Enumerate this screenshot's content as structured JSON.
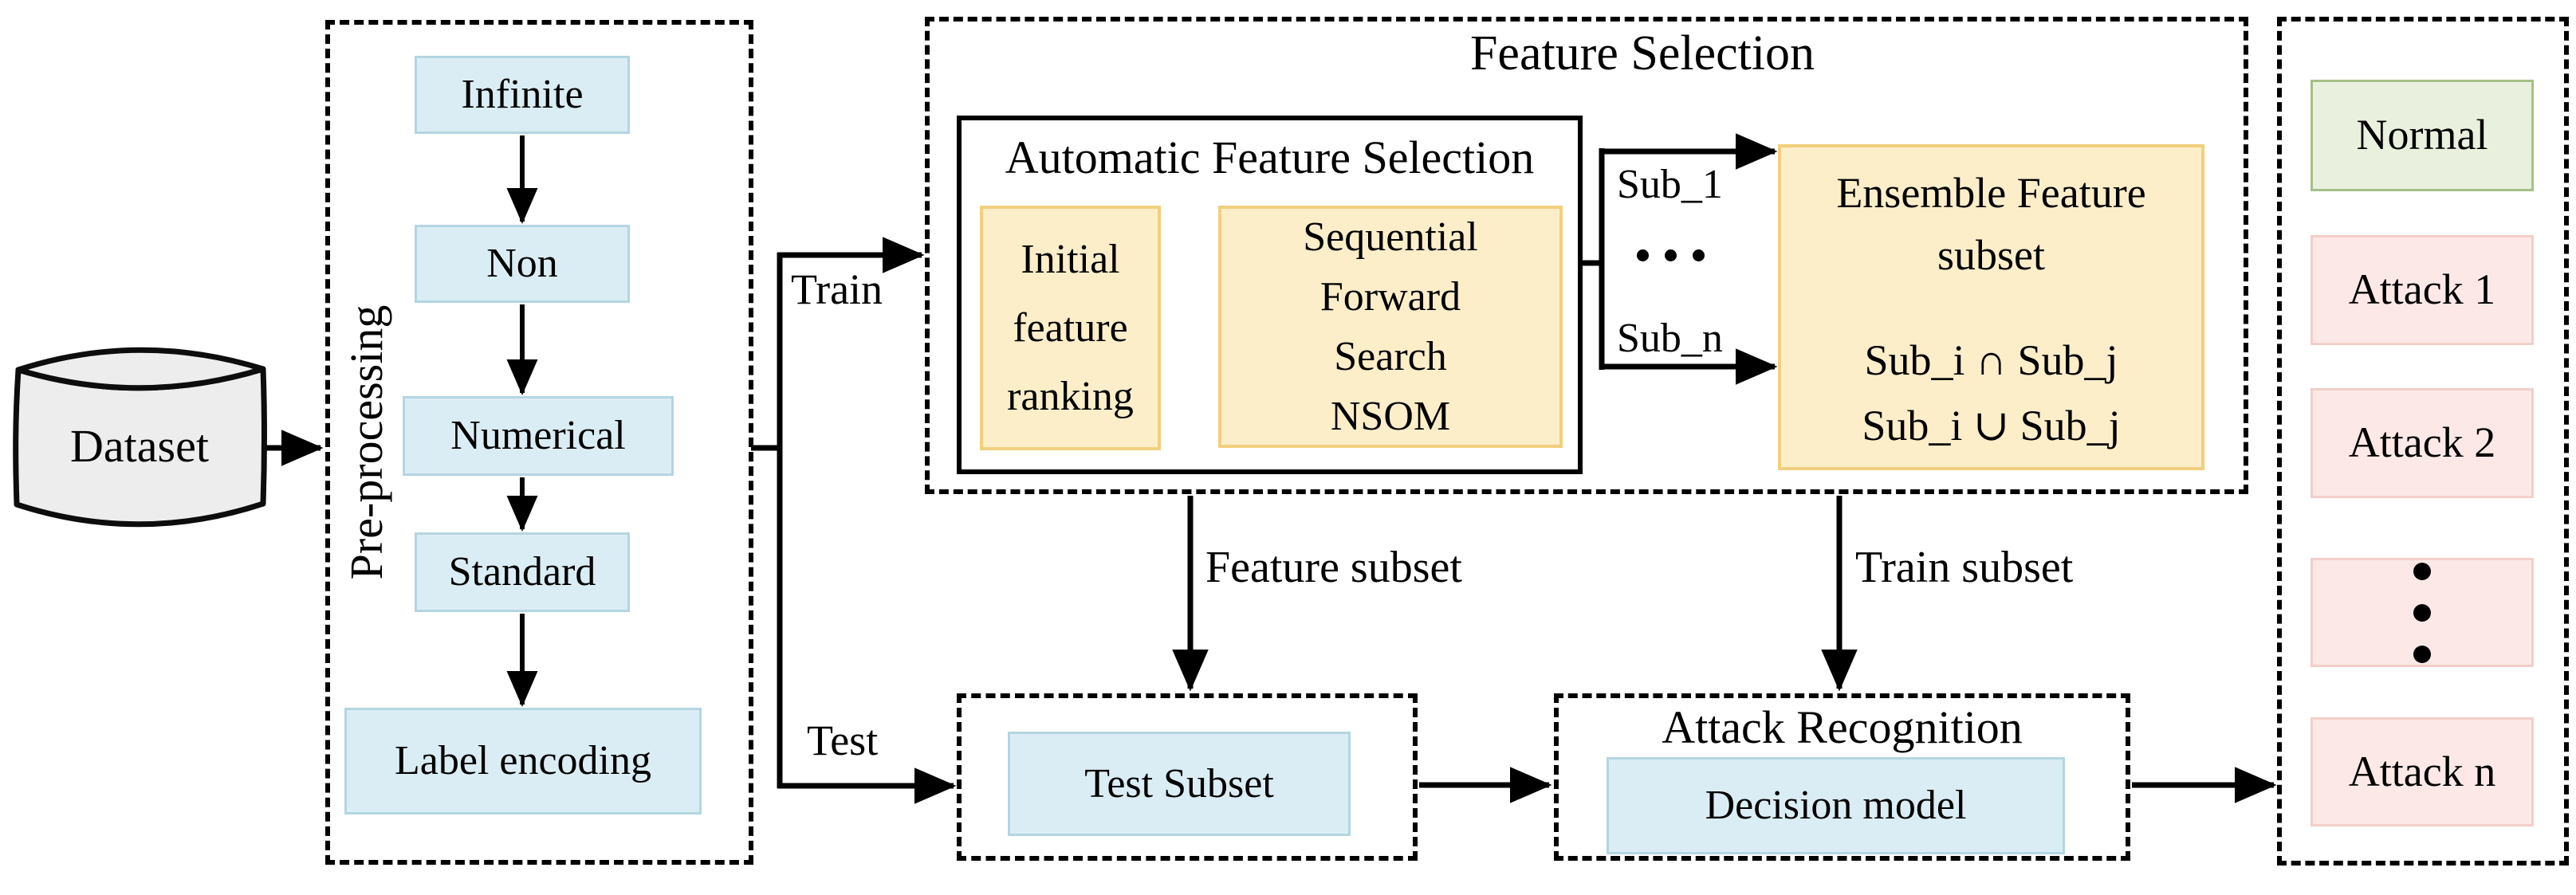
{
  "dataset": {
    "label": "Dataset"
  },
  "preprocessing": {
    "title": "Pre-processing",
    "steps": [
      {
        "label": "Infinite"
      },
      {
        "label": "Non"
      },
      {
        "label": "Numerical"
      },
      {
        "label": "Standard"
      },
      {
        "label": "Label encoding"
      }
    ]
  },
  "branch": {
    "train_label": "Train",
    "test_label": "Test"
  },
  "feature_selection": {
    "title": "Feature Selection",
    "automatic": {
      "title": "Automatic Feature Selection",
      "initial_ranking": "Initial\nfeature\nranking",
      "sfs": "Sequential\nForward\nSearch\nNSOM"
    },
    "subsets": {
      "top": "Sub_1",
      "dots": "⋯",
      "bottom": "Sub_n"
    },
    "ensemble": {
      "line1": "Ensemble Feature",
      "line2": "subset",
      "intersection": "Sub_i ∩ Sub_j",
      "union": "Sub_i ∪ Sub_j"
    }
  },
  "flows": {
    "feature_subset": "Feature subset",
    "train_subset": "Train subset"
  },
  "test_subset": {
    "box_label": "Test Subset"
  },
  "attack_recognition": {
    "title": "Attack Recognition",
    "model": "Decision model"
  },
  "outputs": {
    "items": [
      {
        "label": "Normal",
        "type": "normal"
      },
      {
        "label": "Attack 1",
        "type": "attack"
      },
      {
        "label": "Attack 2",
        "type": "attack"
      },
      {
        "label": "⋮",
        "type": "dots"
      },
      {
        "label": "Attack n",
        "type": "attack"
      }
    ]
  },
  "colors": {
    "box_blue": "#dbedf4",
    "box_blue_border": "#b3d6e1",
    "box_orange": "#fdeeca",
    "box_orange_border": "#f1cf7d",
    "box_green": "#e9f1de",
    "box_green_border": "#a6bf8a",
    "box_pink": "#fce9e7",
    "box_pink_border": "#f3cec9",
    "cylinder_gray": "#ededed",
    "line_black": "#000000"
  }
}
